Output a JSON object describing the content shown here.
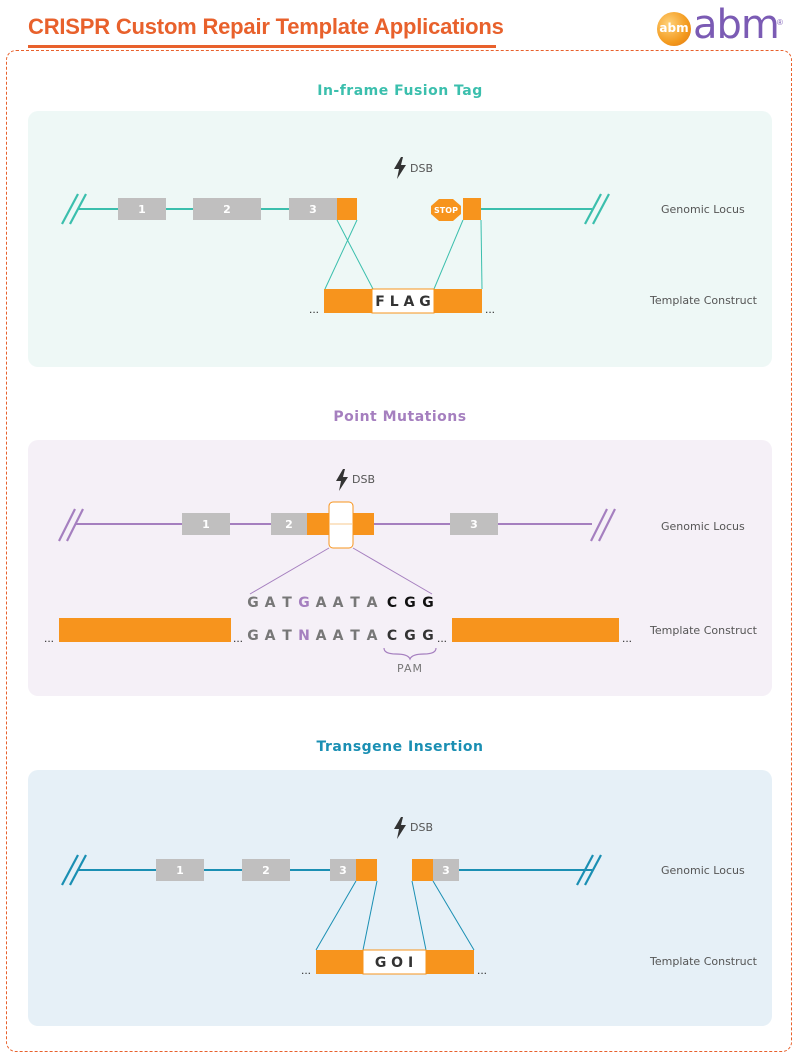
{
  "header": {
    "title_bold": "CRISPR",
    "title_rest": " Custom Repair Template Applications",
    "logo_ball_text": "abm",
    "logo_text": "abm",
    "logo_reg": "®"
  },
  "colors": {
    "orange": "#f7941d",
    "grey": "#c0bfbf",
    "teal": "#3bbfad",
    "purple": "#a57fbf",
    "blue": "#1a8fb3",
    "accent": "#e8612c"
  },
  "labels": {
    "genomic_locus": "Genomic Locus",
    "template_construct": "Template Construct",
    "dsb": "DSB",
    "ellipsis": "..."
  },
  "sections": [
    {
      "title": "In-frame Fusion Tag",
      "exons": [
        "1",
        "2",
        "3"
      ],
      "stop": "STOP",
      "insert": "F L A G"
    },
    {
      "title": "Point Mutations",
      "exons": [
        "1",
        "2",
        "3"
      ],
      "seq_top": [
        "G",
        "A",
        "T",
        "G",
        "A",
        "A",
        "T",
        "A",
        "C",
        "G",
        "G"
      ],
      "seq_bottom": [
        "G",
        "A",
        "T",
        "N",
        "A",
        "A",
        "T",
        "A",
        "C",
        "G",
        "G"
      ],
      "pam": "PAM"
    },
    {
      "title": "Transgene Insertion",
      "exons": [
        "1",
        "2",
        "3",
        "3"
      ],
      "insert": "G O I"
    }
  ]
}
